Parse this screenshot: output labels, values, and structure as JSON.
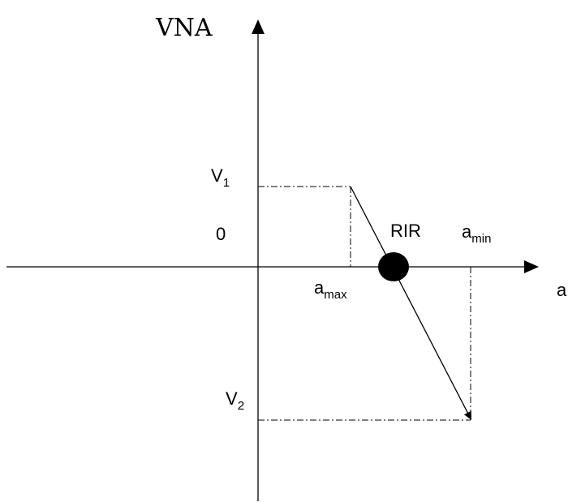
{
  "y_axis_label": "VNA",
  "x_axis_label": "a",
  "origin_label": "0",
  "v1": {
    "base": "V",
    "sub": "1"
  },
  "v2": {
    "base": "V",
    "sub": "2"
  },
  "a_max": {
    "base": "a",
    "sub": "max"
  },
  "a_min": {
    "base": "a",
    "sub": "min"
  },
  "point_label": "RIR",
  "colors": {
    "line": "#000000",
    "background": "#ffffff"
  }
}
